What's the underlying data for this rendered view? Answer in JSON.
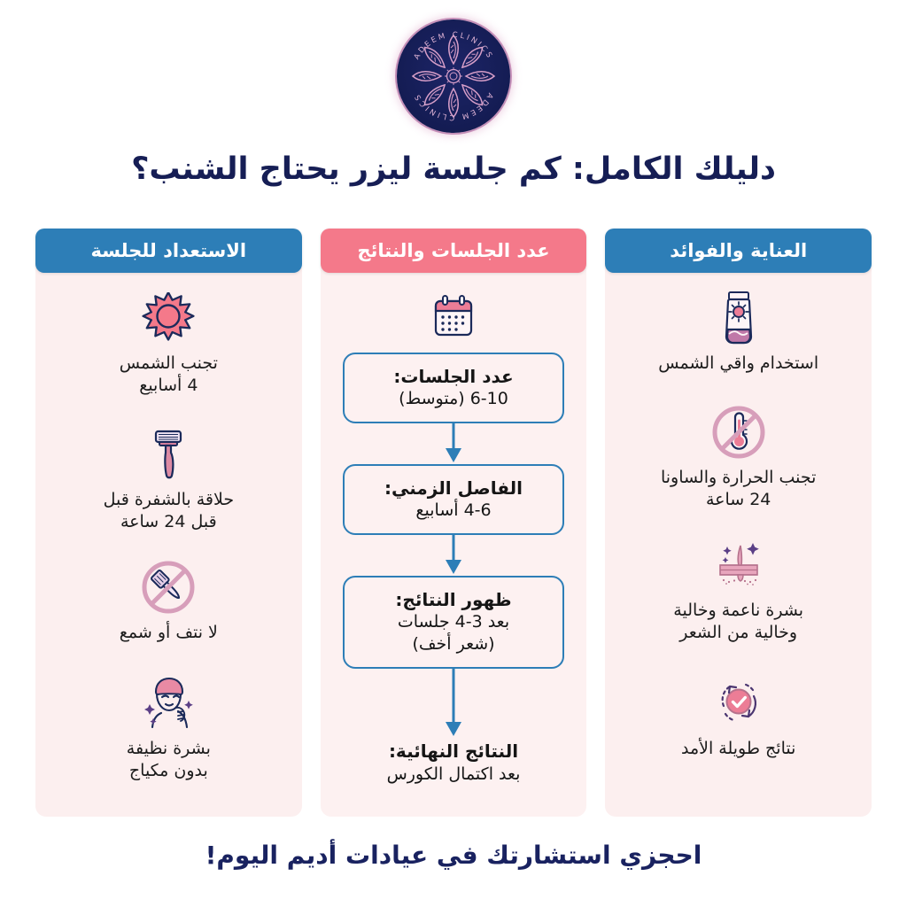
{
  "brand": {
    "logo_name": "adeem-clinics-logo",
    "logo_text_top": "ADEEM CLINICS",
    "logo_text_bottom": "ADEEM CLINICS",
    "navy": "#161e55",
    "pink": "#f4798a",
    "blue": "#2d7eb7"
  },
  "header": {
    "title": "دليلك الكامل: كم جلسة ليزر يحتاج الشنب؟"
  },
  "columns": {
    "preparation": {
      "header": "الاستعداد للجلسة",
      "header_color": "#2d7eb7",
      "items": [
        {
          "icon": "sun-icon",
          "caption": "تجنب الشمس\n4 أسابيع",
          "line1": "تجنب الشمس",
          "line2": "4 أسابيع"
        },
        {
          "icon": "razor-icon",
          "caption": "حلاقة بالشفرة قبل\nقبل 24 ساعة",
          "line1": "حلاقة بالشفرة قبل",
          "line2": "قبل 24 ساعة"
        },
        {
          "icon": "no-wax-icon",
          "caption": "لا نتف أو شمع",
          "line1": "لا نتف أو شمع",
          "line2": ""
        },
        {
          "icon": "clean-face-icon",
          "caption": "بشرة نظيفة\nبدون مكياج",
          "line1": "بشرة نظيفة",
          "line2": "بدون مكياج"
        }
      ]
    },
    "sessions": {
      "header": "عدد الجلسات والنتائج",
      "header_color": "#f4798a",
      "icon": "calendar-icon",
      "steps": [
        {
          "title": "عدد الجلسات:",
          "value": "6-10 (متوسط)",
          "boxed": true
        },
        {
          "title": "الفاصل الزمني:",
          "value": "4-6 أسابيع",
          "boxed": true
        },
        {
          "title": "ظهور النتائج:",
          "value": "بعد 3-4 جلسات",
          "value2": "(شعر أخف)",
          "boxed": true
        },
        {
          "title": "النتائج النهائية:",
          "value": "بعد اكتمال الكورس",
          "boxed": false
        }
      ]
    },
    "care": {
      "header": "العناية والفوائد",
      "header_color": "#2d7eb7",
      "items": [
        {
          "icon": "sunscreen-icon",
          "caption": "استخدام واقي الشمس",
          "line1": "استخدام واقي الشمس",
          "line2": ""
        },
        {
          "icon": "no-heat-icon",
          "caption": "تجنب الحرارة والساونا\n24 ساعة",
          "line1": "تجنب الحرارة والساونا",
          "line2": "24 ساعة"
        },
        {
          "icon": "smooth-skin-icon",
          "caption": "بشرة ناعمة وخالية\nوخالية من الشعر",
          "line1": "بشرة ناعمة وخالية",
          "line2": "وخالية من الشعر"
        },
        {
          "icon": "long-lasting-icon",
          "caption": "نتائج طويلة الأمد",
          "line1": "نتائج طويلة الأمد",
          "line2": ""
        }
      ]
    }
  },
  "footer": {
    "cta": "احجزي استشارتك في عيادات أديم اليوم!"
  }
}
